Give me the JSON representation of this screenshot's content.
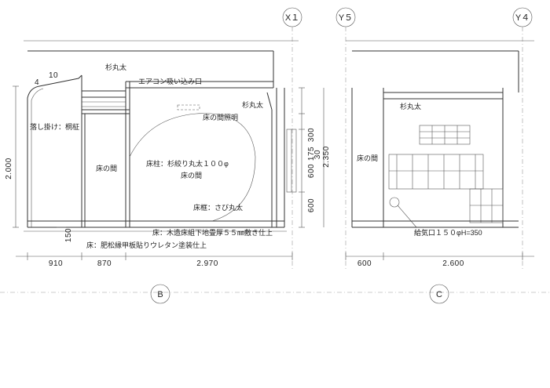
{
  "axes": {
    "x1": "X１",
    "y5": "Y５",
    "y4": "Y４",
    "b": "B",
    "c": "C"
  },
  "labels": {
    "sugi_left": "杉丸太",
    "aircon": "エアコン吸い込み口",
    "sugi_right": "杉丸太",
    "tokonoma_light": "床の間照明",
    "otoshigake": "落し掛け：桐柾",
    "tokonoma_left": "床の間",
    "tokobashira": "床柱：杉絞り丸太１００φ",
    "tokonoma_center": "床の間",
    "tokobashira2": "床框：さび丸太",
    "floor_board": "床：木造床組下地畳厚５５㎜敷き仕上",
    "floor_finish": "床：肥松縁甲板貼りウレタン塗装仕上",
    "sugi_c": "杉丸太",
    "toko_c": "床の間",
    "vent": "給気口１５０φH=350"
  },
  "dimensions": {
    "d4": "4",
    "d10": "10",
    "d2000": "2.000",
    "d150": "150",
    "d910": "910",
    "d870": "870",
    "d2970": "2.970",
    "d600a": "600",
    "d175": "175",
    "d300": "300",
    "d30": "30",
    "d2350": "2.350",
    "d600b": "600",
    "d600c": "600",
    "d2600": "2.600"
  }
}
